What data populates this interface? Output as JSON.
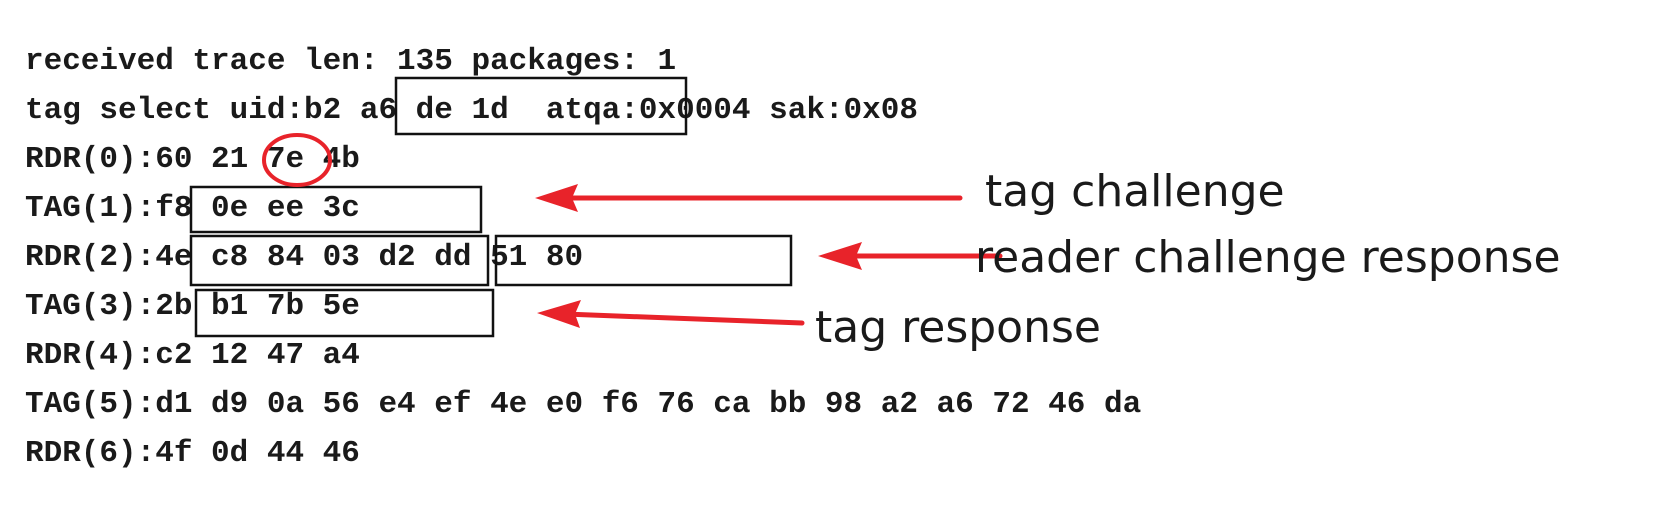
{
  "trace": {
    "lines": [
      "received trace len: 135 packages: 1",
      "tag select uid:b2 a6 de 1d  atqa:0x0004 sak:0x08",
      "RDR(0):60 21 7e 4b",
      "TAG(1):f8 0e ee 3c",
      "RDR(2):4e c8 84 03 d2 dd 51 80",
      "TAG(3):2b b1 7b 5e",
      "RDR(4):c2 12 47 a4",
      "TAG(5):d1 d9 0a 56 e4 ef 4e e0 f6 76 ca bb 98 a2 a6 72 46 da",
      "RDR(6):4f 0d 44 46"
    ]
  },
  "annotations": {
    "tag_challenge": "tag challenge",
    "reader_challenge_response": "reader challenge response",
    "tag_response": "tag response"
  },
  "colors": {
    "annotation": "#e8232a",
    "text": "#1a1a1a"
  }
}
